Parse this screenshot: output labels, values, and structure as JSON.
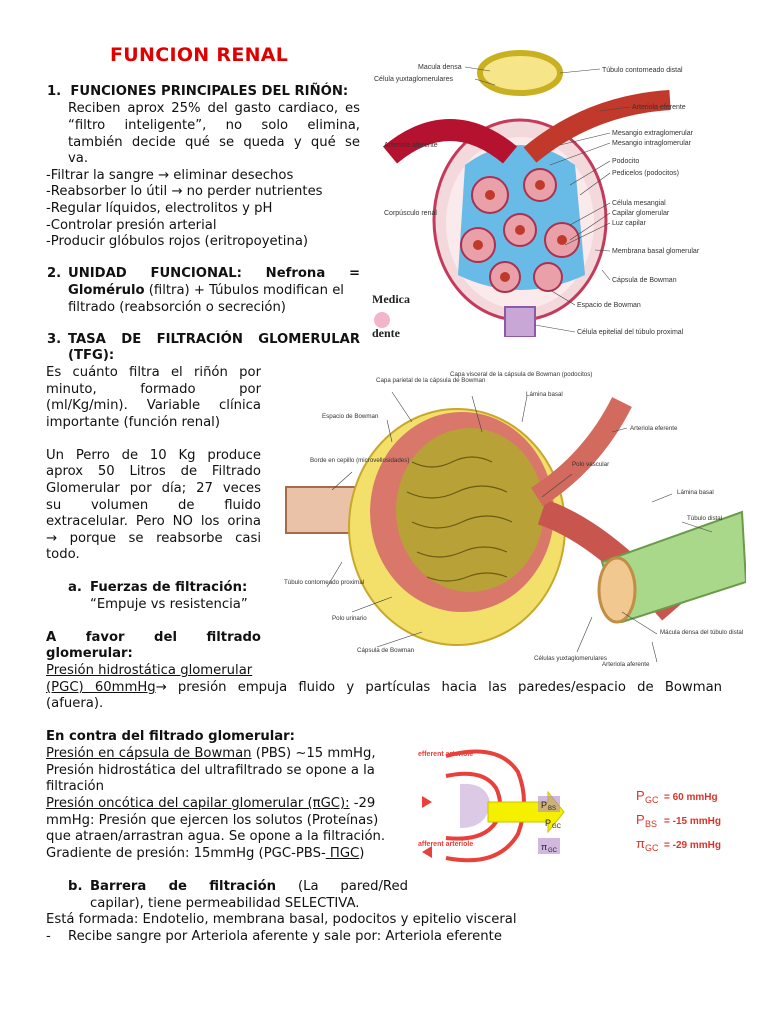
{
  "title": "FUNCION RENAL",
  "s1": {
    "heading": "1.  FUNCIONES PRINCIPALES DEL RIÑÓN:",
    "p1": "Reciben aprox 25% del gasto cardiaco, es",
    "p2": "“filtro inteligente”, no solo elimina,",
    "p3": "también decide qué se queda y qué se",
    "p4": "va.",
    "items": [
      "-Filtrar la sangre → eliminar desechos",
      "-Reabsorber lo útil → no perder nutrientes",
      "-Regular líquidos, electrolitos y pH",
      "-Controlar presión arterial",
      "-Producir glóbulos rojos (eritropoyetina)"
    ]
  },
  "s2": {
    "num": "2.",
    "l1a": "UNIDAD FUNCIONAL: Nefrona =",
    "l2a": "Glomérulo",
    "l2b": " (filtra) + Túbulos modifican el",
    "l3": "filtrado (reabsorción o secreción)"
  },
  "s3": {
    "num": "3.",
    "l1": "TASA DE FILTRACIÓN GLOMERULAR",
    "l2": "(TFG):",
    "p": [
      "Es cuánto filtra el riñón por",
      "minuto, formado por",
      "(ml/Kg/min). Variable clínica",
      "importante (función renal)"
    ],
    "q": [
      "Un Perro de 10 Kg produce",
      "aprox 50 Litros de Filtrado",
      "Glomerular por día; 27 veces",
      "su volumen de fluido",
      "extracelular. Pero NO los orina",
      "→ porque se reabsorbe casi",
      "todo."
    ]
  },
  "sa": {
    "num": "a.",
    "heading": "Fuerzas de filtración:",
    "sub": "“Empuje vs resistencia”"
  },
  "favor": {
    "l1": "A favor del filtrado",
    "l2": "glomerular:",
    "u1": "Presión hidrostática glomerular",
    "u2": "(PGC) 60mmHg",
    "t2": "→ presión empuja fluido y partículas hacia las paredes/espacio de Bowman",
    "t3": "(afuera)."
  },
  "contra": {
    "heading": "En contra del filtrado glomerular:",
    "u1": "Presión en cápsula de Bowman",
    "t1": " (PBS) ~15 mmHg,",
    "l2": "Presión hidrostática del ultrafiltrado se opone a la",
    "l3": "filtración",
    "u4": "Presión oncótica del capilar glomerular (πGC):",
    "t4": " -29",
    "l5": "mmHg: Presión que ejercen los solutos (Proteínas)",
    "l6": "que atraen/arrastran agua. Se opone a la filtración.",
    "l7a": "Gradiente de presión: 15mmHg (PGC-PBS-",
    "l7u": " ΠGC",
    "l7b": ")"
  },
  "sb": {
    "num": "b.",
    "heading": "Barrera de filtración",
    "t1": " (La pared/Red",
    "l2": "capilar), tiene permeabilidad SELECTIVA.",
    "l3": "Está formada: Endotelio, membrana basal, podocitos y epitelio visceral",
    "dash": "-",
    "l4": "Recibe sangre por Arteriola aferente y sale por: Arteriola eferente"
  },
  "fig1": {
    "labels_left": [
      "Macula densa",
      "Célula yuxtaglomerulares",
      "Arteriola aferente",
      "Corpúsculo renal"
    ],
    "labels_right": [
      "Túbulo contorneado distal",
      "Arteriola eferente",
      "Mesangio extraglomerular",
      "Mesangio intraglomerular",
      "Podocito",
      "Pedicelos (podocitos)",
      "Célula mesangial",
      "Capilar glomerular",
      "Luz capilar",
      "Membrana basal glomerular",
      "Cápsula de Bowman",
      "Espacio de Bowman",
      "Célula epitelial del túbulo proximal"
    ],
    "watermark1": "Medica",
    "watermark2": "dente"
  },
  "fig2": {
    "labels": [
      "Capa parietal de la cápsula de Bowman",
      "Capa visceral de la cápsula de Bowman (podocitos)",
      "Lámina basal",
      "Espacio de Bowman",
      "Arteriola eferente",
      "Borde en cepillo (microvellosidades)",
      "Polo vascular",
      "Lámina basal",
      "Túbulo distal",
      "Túbulo contorneado proximal",
      "Polo urinario",
      "Cápsula de Bowman",
      "Células yuxtaglomerulares",
      "Mácula densa del túbulo distal",
      "Arteriola aferente"
    ]
  },
  "fig3": {
    "efferent": "efferent arteriole",
    "afferent": "afferent arteriole",
    "pbs": "P",
    "pbs_sub": "BS",
    "pgc": "P",
    "pgc_sub": "GC",
    "pigc": "π",
    "pigc_sub": "GC",
    "legend": [
      {
        "sym": "P",
        "sub": "GC",
        "val": "= 60 mmHg"
      },
      {
        "sym": "P",
        "sub": "BS",
        "val": "= -15 mmHg"
      },
      {
        "sym": "π",
        "sub": "GC",
        "val": "= -29 mmHg"
      }
    ],
    "colors": {
      "red": "#e8403a",
      "legend": "#d9342b",
      "yellow": "#f4f000",
      "purple": "#b088c8"
    }
  }
}
